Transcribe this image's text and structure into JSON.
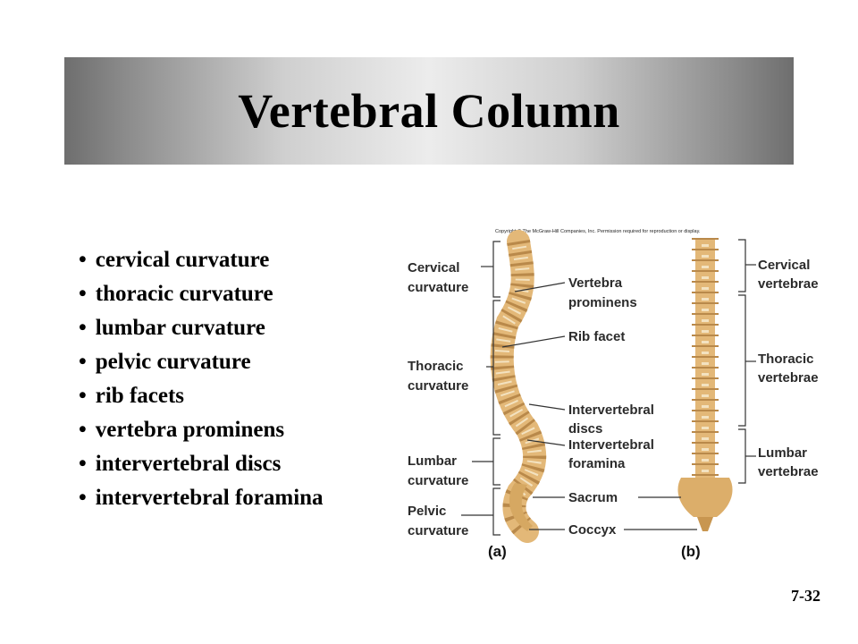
{
  "slide": {
    "title": "Vertebral Column",
    "bullets": [
      "cervical curvature",
      "thoracic curvature",
      "lumbar curvature",
      "pelvic curvature",
      "rib facets",
      "vertebra prominens",
      "intervertebral discs",
      "intervertebral foramina"
    ],
    "slide_number": "7-32"
  },
  "figure": {
    "copyright": "Copyright © The McGraw-Hill Companies, Inc. Permission required for reproduction or display.",
    "left_labels": {
      "cervical": [
        "Cervical",
        "curvature"
      ],
      "thoracic": [
        "Thoracic",
        "curvature"
      ],
      "lumbar": [
        "Lumbar",
        "curvature"
      ],
      "pelvic": [
        "Pelvic",
        "curvature"
      ]
    },
    "middle_labels": {
      "vertebra_prominens": [
        "Vertebra",
        "prominens"
      ],
      "rib_facet": "Rib facet",
      "intervertebral_discs": [
        "Intervertebral",
        "discs"
      ],
      "intervertebral_foramina": [
        "Intervertebral",
        "foramina"
      ],
      "sacrum": "Sacrum",
      "coccyx": "Coccyx"
    },
    "right_labels": {
      "cervical": [
        "Cervical",
        "vertebrae"
      ],
      "thoracic": [
        "Thoracic",
        "vertebrae"
      ],
      "lumbar": [
        "Lumbar",
        "vertebrae"
      ]
    },
    "panel_a": "(a)",
    "panel_b": "(b)",
    "colors": {
      "bone": "#e3b878",
      "bone_dark": "#b9894a",
      "disc": "#f3e2c0",
      "line": "#333333"
    }
  }
}
